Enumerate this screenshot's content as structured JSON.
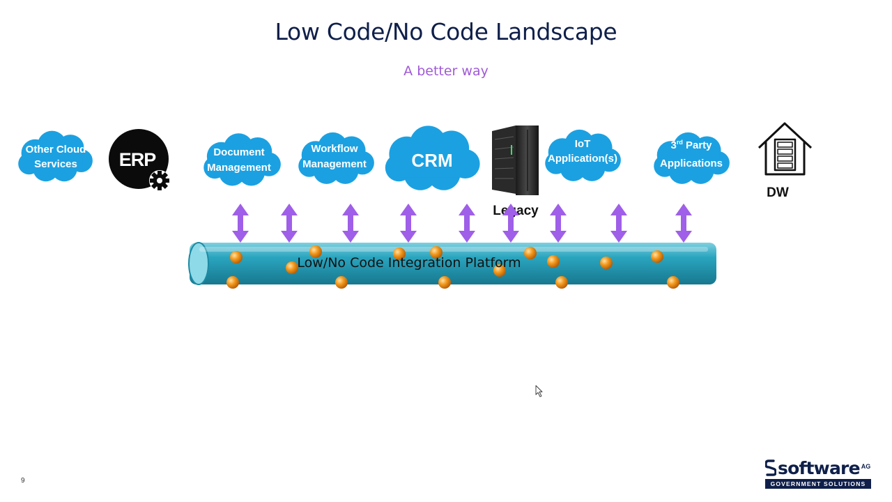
{
  "slide": {
    "title": "Low Code/No Code Landscape",
    "subtitle": "A better way",
    "page_number": "9"
  },
  "systems": {
    "other_cloud": [
      "Other Cloud",
      "Services"
    ],
    "erp": "ERP",
    "document": [
      "Document",
      "Management"
    ],
    "workflow": [
      "Workflow",
      "Management"
    ],
    "crm": "CRM",
    "legacy": "Legacy",
    "iot": [
      "IoT",
      "Application(s)"
    ],
    "third_party": {
      "number": "3",
      "superscript": "rd",
      "rest": " Party",
      "line2": "Applications"
    },
    "dw": "DW"
  },
  "platform": {
    "label": "Low/No Code Integration Platform"
  },
  "logo": {
    "word": "software",
    "suffix": "AG",
    "tagline": "GOVERNMENT SOLUTIONS"
  },
  "colors": {
    "cloud": "#1ba1e2",
    "arrow": "#9f5fe8",
    "pipe": "#2aa5bf",
    "node": "#f08a10",
    "title": "#0f1f4a",
    "subtitle": "#a05ad6"
  }
}
